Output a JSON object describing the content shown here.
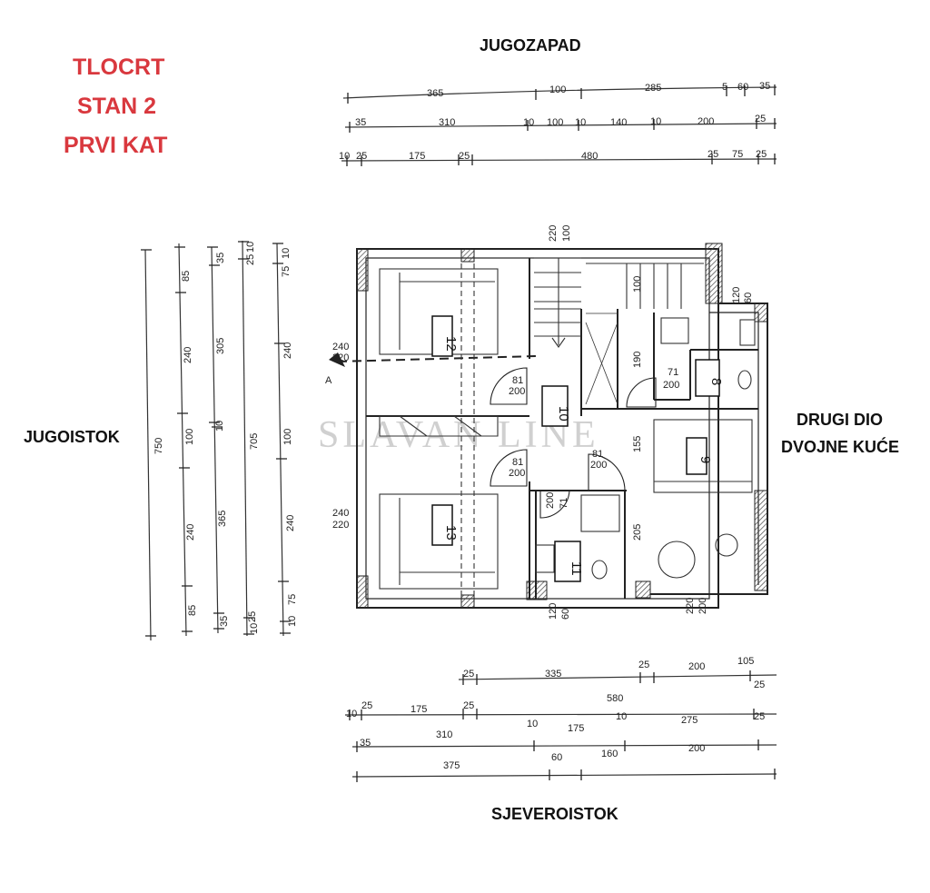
{
  "title": {
    "line1": "TLOCRT",
    "line2": "STAN 2",
    "line3": "PRVI KAT",
    "color": "#d9383e"
  },
  "orientation": {
    "top": "JUGOZAPAD",
    "bottom": "SJEVEROISTOK",
    "left": "JUGOISTOK",
    "right_line1": "DRUGI DIO",
    "right_line2": "DVOJNE KUĆE"
  },
  "watermark": "SLAVAN LINE",
  "section_marker": "A",
  "rooms": [
    "12",
    "10",
    "8",
    "9",
    "13",
    "11"
  ],
  "dims_top": [
    [
      "365",
      "100",
      "285",
      "5",
      "60",
      "35"
    ],
    [
      "35",
      "310",
      "10",
      "100",
      "10",
      "140",
      "10",
      "200",
      "25"
    ],
    [
      "10",
      "25",
      "175",
      "25",
      "480",
      "25",
      "75",
      "25"
    ]
  ],
  "dims_bottom": [
    [
      "25",
      "335",
      "25",
      "200",
      "105"
    ],
    [
      "10",
      "25",
      "175",
      "25",
      "580",
      "25"
    ],
    [
      "35",
      "310",
      "10",
      "175",
      "10",
      "275",
      "25"
    ],
    [
      "375",
      "60",
      "160",
      "200"
    ]
  ],
  "dims_left": [
    [
      "750"
    ],
    [
      "85",
      "240",
      "100",
      "240",
      "85"
    ],
    [
      "35",
      "305",
      "10",
      "365",
      "35"
    ],
    [
      "10",
      "25",
      "705",
      "25",
      "10"
    ],
    [
      "10",
      "75",
      "240",
      "100",
      "240",
      "75",
      "10"
    ]
  ],
  "openings": [
    "240",
    "220",
    "240",
    "220",
    "100",
    "220",
    "120",
    "60",
    "81",
    "200",
    "81",
    "200",
    "81",
    "200",
    "71",
    "200",
    "71",
    "200",
    "100",
    "190",
    "155",
    "205",
    "200",
    "220",
    "60",
    "120"
  ]
}
